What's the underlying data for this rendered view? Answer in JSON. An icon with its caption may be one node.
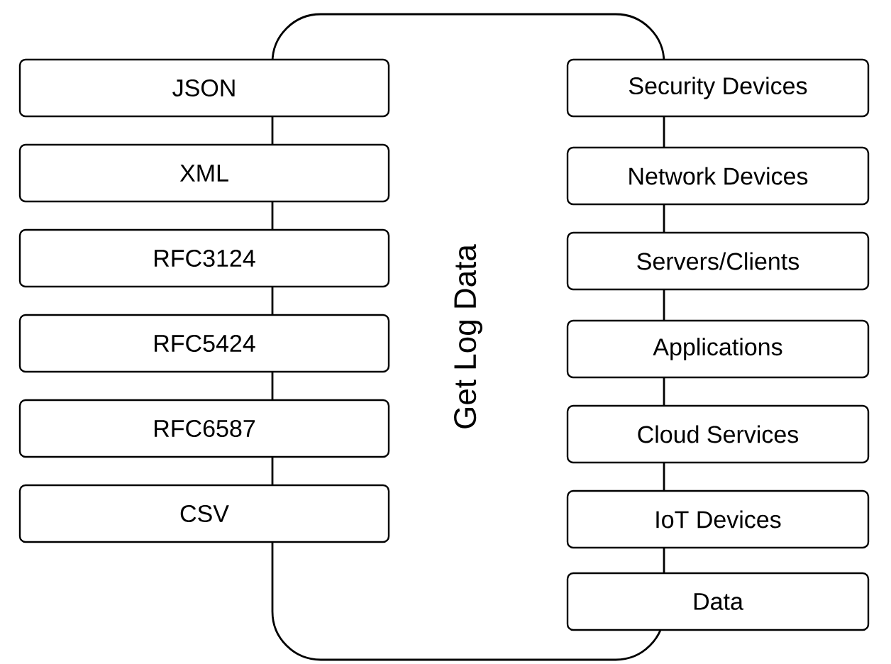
{
  "diagram": {
    "nodes": [
      {
        "text": [
          "Get Log Data"
        ]
      },
      {
        "text": [
          "JSON"
        ]
      },
      {
        "text": [
          "XML"
        ]
      },
      {
        "text": [
          "RFC3124"
        ]
      },
      {
        "text": [
          "RFC5424"
        ]
      },
      {
        "text": [
          "RFC6587"
        ]
      },
      {
        "text": [
          "CSV"
        ]
      },
      {
        "text": [
          "Security Devices"
        ]
      },
      {
        "text": [
          "Network Devices"
        ]
      },
      {
        "text": [
          "Servers/Clients"
        ]
      },
      {
        "text": [
          "Applications"
        ]
      },
      {
        "text": [
          "Cloud Services"
        ]
      },
      {
        "text": [
          "IoT Devices"
        ]
      },
      {
        "text": [
          "Data"
        ]
      }
    ]
  }
}
